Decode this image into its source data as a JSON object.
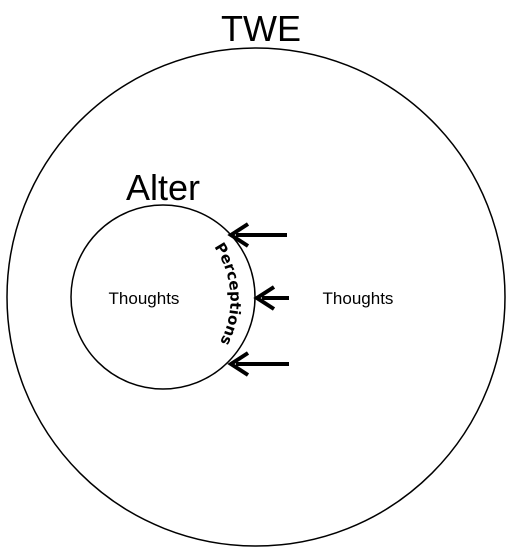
{
  "diagram": {
    "outer_title": "TWE",
    "inner_title": "Alter",
    "inner_region_text": "Thoughts",
    "outer_region_text": "Thoughts",
    "boundary_text": "Perceptions",
    "arrow_count": 3,
    "arrow_meaning": "pointing inward toward inner circle"
  }
}
